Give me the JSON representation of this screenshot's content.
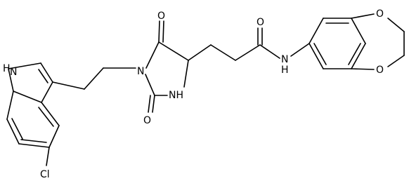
{
  "molecule": {
    "labels": {
      "nh_indole": "H",
      "n_indole": "N",
      "chlorine": "Cl",
      "n_imide": "N",
      "o_upper": "O",
      "o_lower": "O",
      "nh_ring": "NH",
      "o_amide": "O",
      "n_amide": "N",
      "h_amide": "H",
      "o_diox_top": "O",
      "o_diox_bottom": "O"
    }
  }
}
